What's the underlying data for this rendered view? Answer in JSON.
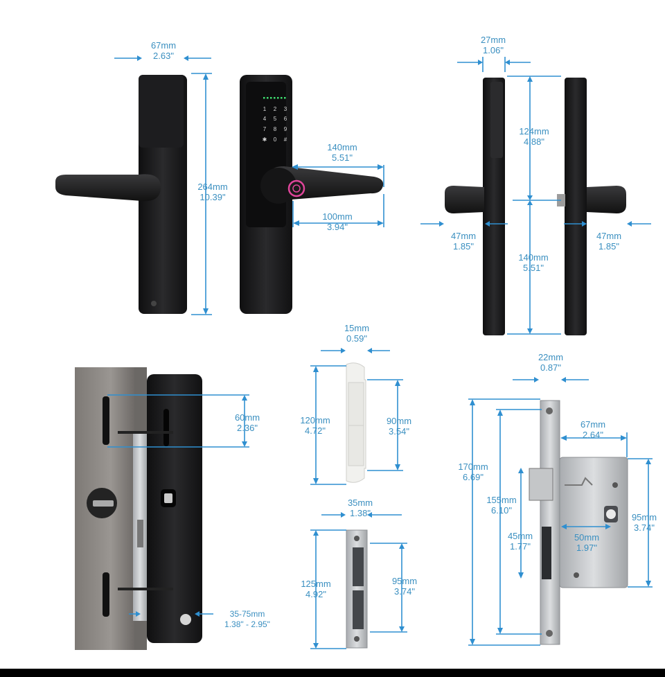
{
  "dimensions": [
    {
      "id": "handle-width",
      "mm": "67mm",
      "inch": "2.63\""
    },
    {
      "id": "handle-height",
      "mm": "264mm",
      "inch": "10.39\""
    },
    {
      "id": "lever-length",
      "mm": "140mm",
      "inch": "5.51\""
    },
    {
      "id": "lever-reach",
      "mm": "100mm",
      "inch": "3.94\""
    },
    {
      "id": "side-thickness",
      "mm": "27mm",
      "inch": "1.06\""
    },
    {
      "id": "upper-spacing",
      "mm": "124mm",
      "inch": "4.88\""
    },
    {
      "id": "lower-spacing",
      "mm": "140mm",
      "inch": "5.51\""
    },
    {
      "id": "knob-left",
      "mm": "47mm",
      "inch": "1.85\""
    },
    {
      "id": "knob-right",
      "mm": "47mm",
      "inch": "1.85\""
    },
    {
      "id": "hole-spacing",
      "mm": "60mm",
      "inch": "2.36\""
    },
    {
      "id": "door-thickness",
      "mm": "35-75mm",
      "inch": "1.38\" - 2.95\""
    },
    {
      "id": "strike-width",
      "mm": "15mm",
      "inch": "0.59\""
    },
    {
      "id": "strike-height",
      "mm": "120mm",
      "inch": "4.72\""
    },
    {
      "id": "strike-inner",
      "mm": "90mm",
      "inch": "3.54\""
    },
    {
      "id": "metal-strike-width",
      "mm": "35mm",
      "inch": "1.38\""
    },
    {
      "id": "metal-strike-height",
      "mm": "125mm",
      "inch": "4.92\""
    },
    {
      "id": "metal-strike-inner",
      "mm": "95mm",
      "inch": "3.74\""
    },
    {
      "id": "mortise-faceplate-width",
      "mm": "22mm",
      "inch": "0.87\""
    },
    {
      "id": "mortise-case-width",
      "mm": "67mm",
      "inch": "2.64\""
    },
    {
      "id": "mortise-faceplate-height",
      "mm": "170mm",
      "inch": "6.69\""
    },
    {
      "id": "mortise-case-height",
      "mm": "155mm",
      "inch": "6.10\""
    },
    {
      "id": "mortise-latch",
      "mm": "45mm",
      "inch": "1.77\""
    },
    {
      "id": "mortise-backset",
      "mm": "50mm",
      "inch": "1.97\""
    },
    {
      "id": "mortise-body",
      "mm": "95mm",
      "inch": "3.74\""
    }
  ],
  "keypad": {
    "keys": [
      "1",
      "2",
      "3",
      "4",
      "5",
      "6",
      "7",
      "8",
      "9",
      "✱",
      "0",
      "#"
    ]
  },
  "colors": {
    "dimension": "#2f8fd0",
    "label": "#3a8fc0",
    "body": "#1c1c1e",
    "steel": "#b9bcbf",
    "door": "#8a8683"
  }
}
